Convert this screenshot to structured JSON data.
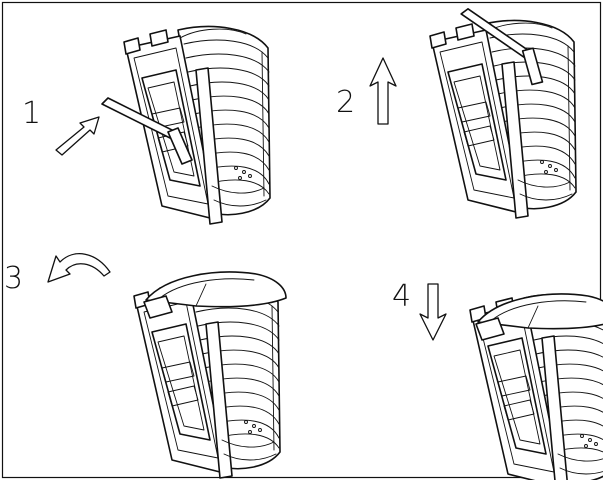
{
  "steps": [
    {
      "number": "1",
      "arrow": "arrow-diagonal-up-right-icon"
    },
    {
      "number": "2",
      "arrow": "arrow-up-icon"
    },
    {
      "number": "3",
      "arrow": "arrow-curved-back-icon"
    },
    {
      "number": "4",
      "arrow": "arrow-down-icon"
    }
  ],
  "colors": {
    "line": "#111111",
    "background": "#ffffff"
  }
}
